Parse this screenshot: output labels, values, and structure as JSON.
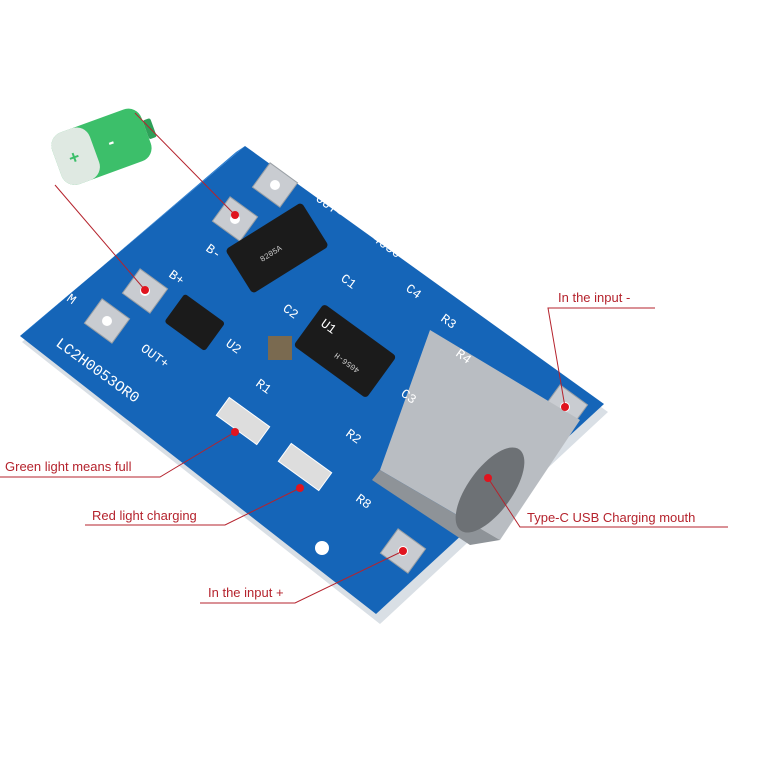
{
  "annotations": {
    "input_negative": "In the input -",
    "type_c": "Type-C USB Charging mouth",
    "green_light": "Green light means full",
    "red_light": "Red light charging",
    "input_positive": "In the input +"
  },
  "battery": {
    "minus": "-",
    "plus": "+"
  },
  "board": {
    "silkscreen": {
      "b_minus": "B-",
      "b_plus": "B+",
      "out_minus": "OUT-",
      "out_plus": "OUT+",
      "m": "M",
      "model": "4056",
      "part_code": "LC2H0053OR0",
      "r1": "R1",
      "r2": "R2",
      "r3": "R3",
      "r4": "R4",
      "r8": "R8",
      "c1": "C1",
      "c2": "C2",
      "c3": "C3",
      "c4": "C4",
      "u1": "U1",
      "u2": "U2"
    },
    "chips": {
      "u1_marking": "4056-H",
      "dw01_marking": "8205A"
    }
  },
  "colors": {
    "annotation": "#b5232d",
    "board": "#1565b8",
    "battery": "#3cbf6a"
  }
}
